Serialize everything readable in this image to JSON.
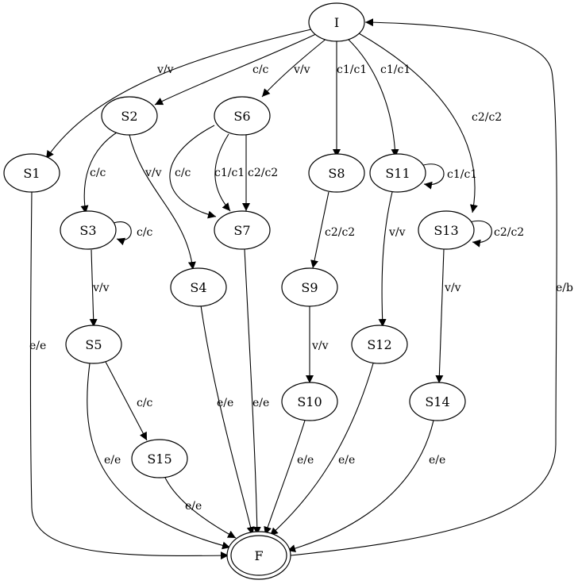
{
  "nodes": {
    "I": "I",
    "S1": "S1",
    "S2": "S2",
    "S3": "S3",
    "S4": "S4",
    "S5": "S5",
    "S6": "S6",
    "S7": "S7",
    "S8": "S8",
    "S9": "S9",
    "S10": "S10",
    "S11": "S11",
    "S12": "S12",
    "S13": "S13",
    "S14": "S14",
    "S15": "S15",
    "F": "F"
  },
  "edges": [
    {
      "from": "I",
      "to": "S1",
      "label": "v/v"
    },
    {
      "from": "I",
      "to": "S2",
      "label": "c/c"
    },
    {
      "from": "I",
      "to": "S6",
      "label": "v/v"
    },
    {
      "from": "I",
      "to": "S8",
      "label": "c1/c1"
    },
    {
      "from": "I",
      "to": "S11",
      "label": "c1/c1"
    },
    {
      "from": "I",
      "to": "S13",
      "label": "c2/c2"
    },
    {
      "from": "S2",
      "to": "S3",
      "label": "c/c"
    },
    {
      "from": "S2",
      "to": "S4",
      "label": "v/v"
    },
    {
      "from": "S3",
      "to": "S3",
      "label": "c/c"
    },
    {
      "from": "S3",
      "to": "S5",
      "label": "v/v"
    },
    {
      "from": "S6",
      "to": "S7",
      "label": "c/c"
    },
    {
      "from": "S6",
      "to": "S7",
      "label": "c1/c1"
    },
    {
      "from": "S6",
      "to": "S7",
      "label": "c2/c2"
    },
    {
      "from": "S8",
      "to": "S9",
      "label": "c2/c2"
    },
    {
      "from": "S9",
      "to": "S10",
      "label": "v/v"
    },
    {
      "from": "S11",
      "to": "S11",
      "label": "c1/c1"
    },
    {
      "from": "S11",
      "to": "S12",
      "label": "v/v"
    },
    {
      "from": "S13",
      "to": "S13",
      "label": "c2/c2"
    },
    {
      "from": "S13",
      "to": "S14",
      "label": "v/v"
    },
    {
      "from": "S5",
      "to": "S15",
      "label": "c/c"
    },
    {
      "from": "S1",
      "to": "F",
      "label": "e/e"
    },
    {
      "from": "S5",
      "to": "F",
      "label": "e/e"
    },
    {
      "from": "S15",
      "to": "F",
      "label": "e/e"
    },
    {
      "from": "S4",
      "to": "F",
      "label": "e/e"
    },
    {
      "from": "S7",
      "to": "F",
      "label": "e/e"
    },
    {
      "from": "S10",
      "to": "F",
      "label": "e/e"
    },
    {
      "from": "S12",
      "to": "F",
      "label": "e/e"
    },
    {
      "from": "S14",
      "to": "F",
      "label": "e/e"
    },
    {
      "from": "F",
      "to": "I",
      "label": "e/b"
    }
  ]
}
